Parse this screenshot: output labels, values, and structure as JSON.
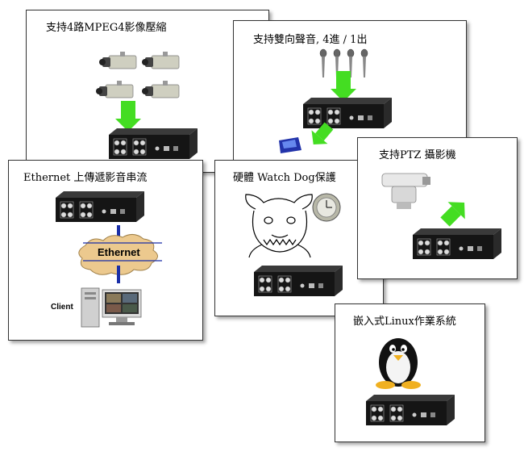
{
  "panels": {
    "mpeg4": {
      "title": "支持4路MPEG4影像壓縮"
    },
    "audio": {
      "title": "支持雙向聲音, 4進 / 1出"
    },
    "ethernet": {
      "title": "Ethernet 上傳遞影音串流",
      "cloud_label": "Ethernet",
      "client_label": "Client"
    },
    "watchdog": {
      "title": "硬體 Watch Dog保護"
    },
    "ptz": {
      "title": "支持PTZ 攝影機"
    },
    "linux": {
      "title": "嵌入式Linux作業系統"
    }
  },
  "colors": {
    "device_body": "#1a1a1a",
    "arrow_green": "#44dd22",
    "cloud_fill": "#ecc98e",
    "cable_blue": "#1a2fa8"
  },
  "icons": [
    "camera-icon",
    "microphone-icon",
    "speaker-icon",
    "dvr-device-icon",
    "network-cloud-icon",
    "computer-icon",
    "bulldog-icon",
    "watchdog-timer-icon",
    "ptz-camera-icon",
    "penguin-icon"
  ]
}
